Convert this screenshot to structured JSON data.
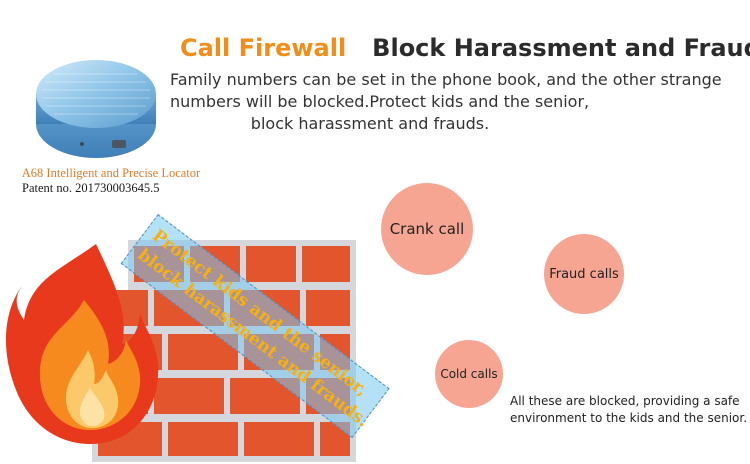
{
  "header": {
    "title_accent": "Call Firewall",
    "title_main": "Block Harassment and Frauds",
    "description_lines": [
      "Family numbers can be set in the phone book, and the other strange",
      "numbers will be blocked.Protect kids and the senior,",
      "block harassment and frauds."
    ]
  },
  "product": {
    "name": "A68 Intelligent and Precise Locator",
    "patent": "Patent no. 201730003645.5"
  },
  "banner": {
    "line1": "Protect kids and the senior,",
    "line2": "block harassment and frauds."
  },
  "blocked_calls": [
    {
      "label": "Crank call"
    },
    {
      "label": "Fraud calls"
    },
    {
      "label": "Cold calls"
    }
  ],
  "footnote": {
    "lines": [
      "All these are blocked, providing a safe",
      "environment to the kids and the senior."
    ]
  },
  "colors": {
    "accent": "#f18d18",
    "bubble": "#f6a592",
    "brick": "#e2552d",
    "banner": "#78c8f0",
    "banner_text": "#f7b011",
    "device": "#7ab3dc"
  },
  "icons": [
    "locator-device-icon",
    "firewall-brick-icon",
    "fire-icon"
  ]
}
